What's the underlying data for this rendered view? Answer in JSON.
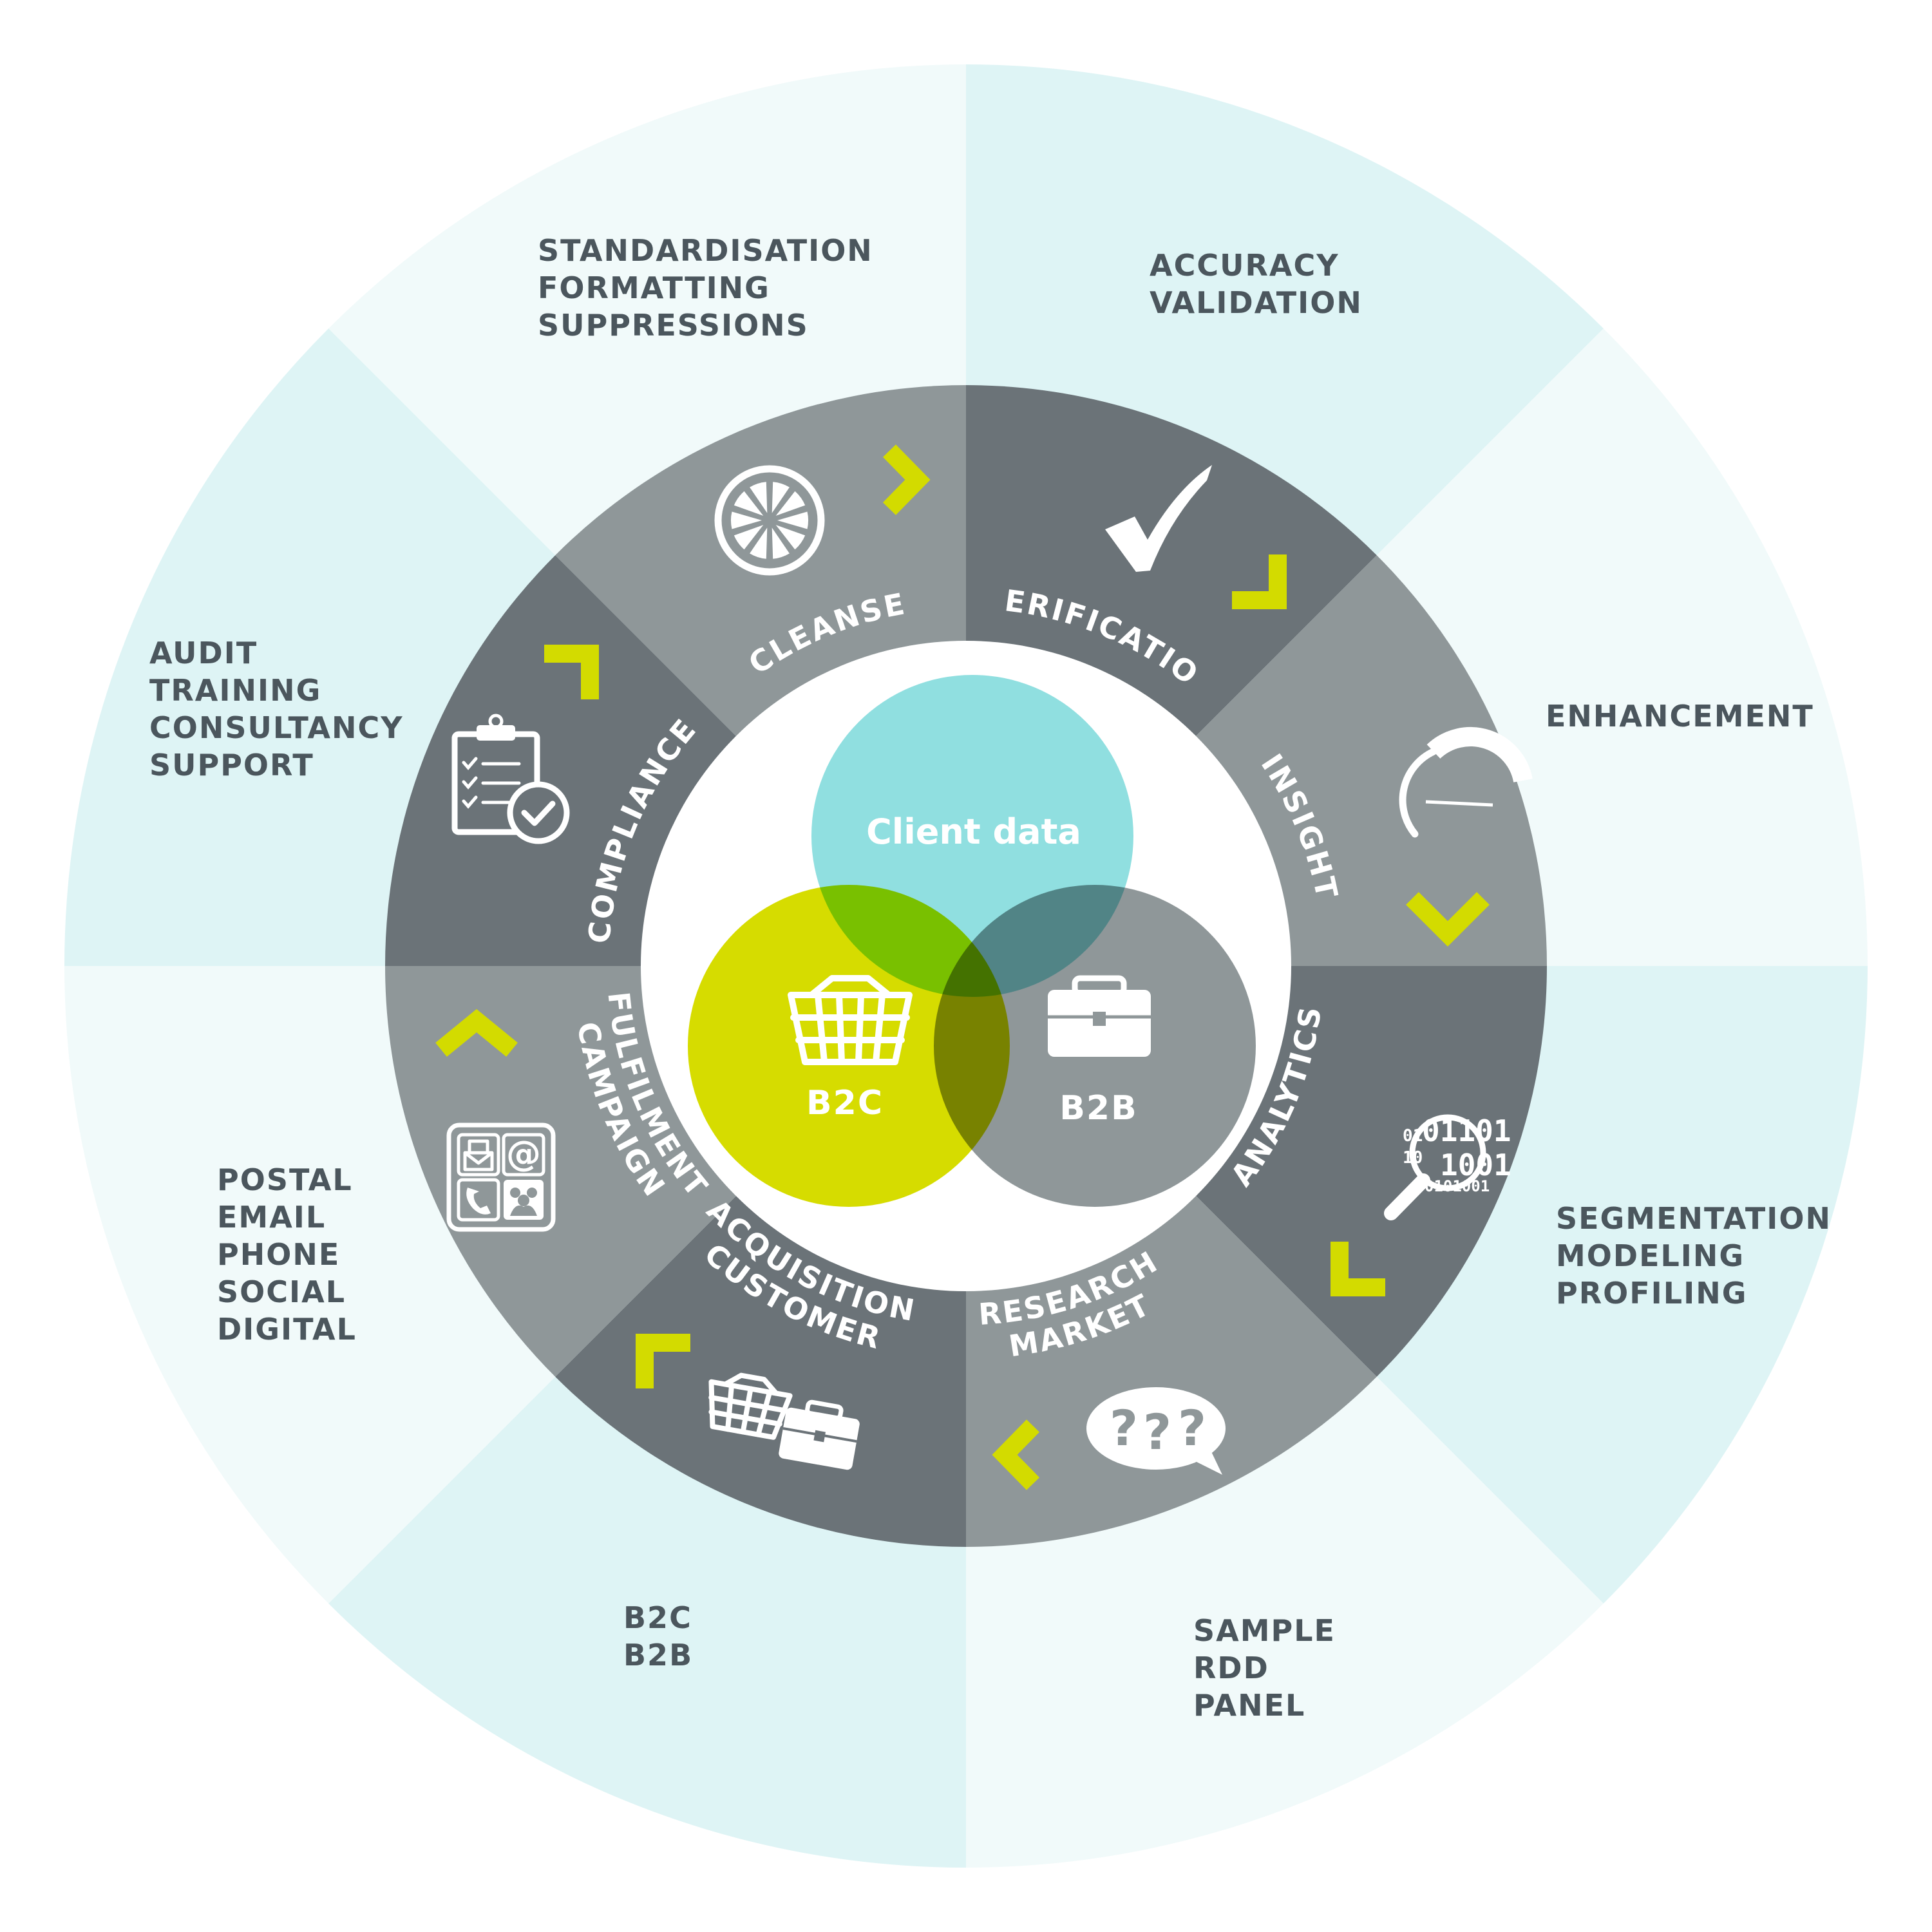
{
  "colors": {
    "outer_light": "#f1fafa",
    "outer_dark": "#def4f5",
    "stage_light": "#8f9799",
    "stage_dark": "#6b7378",
    "accent_lime": "#d3db00",
    "client_cyan": "#90dfe0",
    "b2c_lime": "#d6dc00",
    "b2b_gray": "#8f9799",
    "label_text": "#4b565d",
    "white": "#ffffff"
  },
  "stages": [
    {
      "label": "CLEANSE",
      "icon": "orange-slice-icon",
      "outer_lines": [
        "STANDARDISATION",
        "FORMATTING",
        "SUPPRESSIONS"
      ]
    },
    {
      "label": "VERIFICATION",
      "icon": "checkmark-icon",
      "outer_lines": [
        "ACCURACY",
        "VALIDATION"
      ]
    },
    {
      "label": "INSIGHT",
      "icon": "speed-gauge-icon",
      "outer_lines": [
        "ENHANCEMENT"
      ]
    },
    {
      "label": "ANALYTICS",
      "icon": "magnifier-binary-icon",
      "outer_lines": [
        "SEGMENTATION",
        "MODELING",
        "PROFILING"
      ]
    },
    {
      "label_lines": [
        "MARKET",
        "RESEARCH"
      ],
      "icon": "speech-bubble-questions-icon",
      "outer_lines": [
        "SAMPLE",
        "RDD",
        "PANEL"
      ]
    },
    {
      "label_lines": [
        "CUSTOMER",
        "ACQUISITION"
      ],
      "icon": "basket-briefcase-icon",
      "outer_lines": [
        "B2C",
        "B2B"
      ]
    },
    {
      "label_lines": [
        "CAMPAIGN",
        "FULFILMENT"
      ],
      "icon": "channels-grid-icon",
      "outer_lines": [
        "POSTAL",
        "EMAIL",
        "PHONE",
        "SOCIAL",
        "DIGITAL"
      ]
    },
    {
      "label": "COMPLIANCE",
      "icon": "clipboard-check-icon",
      "outer_lines": [
        "AUDIT",
        "TRAINING",
        "CONSULTANCY",
        "SUPPORT"
      ]
    }
  ],
  "venn": {
    "client": {
      "label": "Client data"
    },
    "b2c": {
      "label": "B2C",
      "icon": "shopping-basket-icon"
    },
    "b2b": {
      "label": "B2B",
      "icon": "briefcase-icon"
    }
  },
  "icon_text": {
    "question_marks": [
      "?",
      "?",
      "?"
    ],
    "binary_lines": [
      "01101",
      "1001",
      "0101001"
    ],
    "binary_prefixes": [
      "01",
      "10"
    ],
    "at_sign": "@"
  }
}
